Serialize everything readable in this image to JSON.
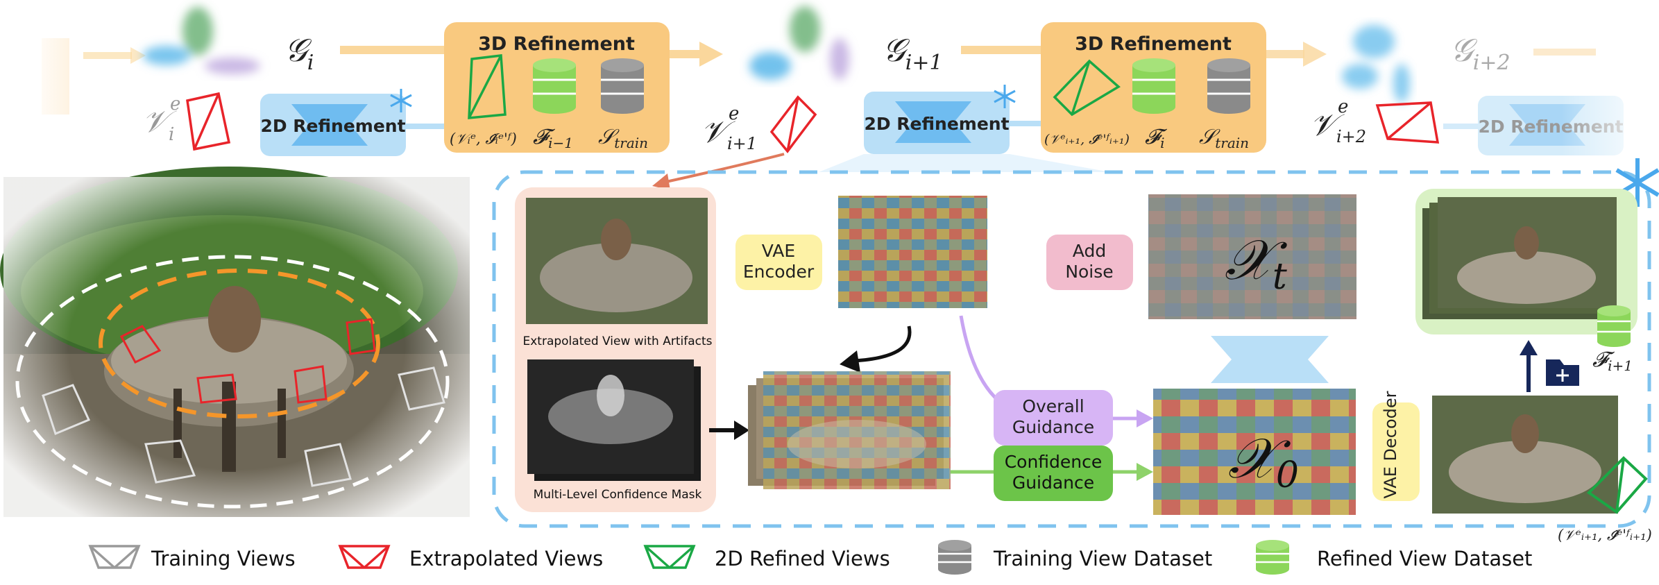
{
  "pipeline": {
    "stages": [
      {
        "gaussian": "𝒢",
        "sub": "i",
        "view": "𝒱",
        "view_sup": "e",
        "view_sub": "i",
        "refine2d": "2D Refinement"
      },
      {
        "gaussian": "𝒢",
        "sub": "i+1",
        "view": "𝒱",
        "view_sup": "e",
        "view_sub": "i+1",
        "refine2d": "2D Refinement"
      },
      {
        "gaussian": "𝒢",
        "sub": "i+2",
        "view": "𝒱",
        "view_sup": "e",
        "view_sub": "i+2",
        "refine2d": "2D Refinement"
      }
    ],
    "refine3d": [
      {
        "title": "3D Refinement",
        "pair": "(𝒱ᵢᵉ, 𝓘̂ᵢᵉ'ᶠ)",
        "fdata": "𝓕",
        "fdata_sub": "i−1",
        "strain": "𝒮",
        "strain_sub": "train"
      },
      {
        "title": "3D Refinement",
        "pair": "(𝒱ᵉᵢ₊₁, 𝓘̂ᵉ'ᶠᵢ₊₁)",
        "fdata": "𝓕",
        "fdata_sub": "i",
        "strain": "𝒮",
        "strain_sub": "train"
      }
    ]
  },
  "detail": {
    "extrapolated_caption": "Extrapolated View with Artifacts",
    "mask_caption": "Multi-Level Confidence Mask",
    "vae_encoder": [
      "VAE",
      "Encoder"
    ],
    "add_noise": [
      "Add",
      "Noise"
    ],
    "xt": "𝒳",
    "xt_sub": "t",
    "x0": "𝒳",
    "x0_sub": "0",
    "overall_guidance": [
      "Overall",
      "Guidance"
    ],
    "confidence_guidance": [
      "Confidence",
      "Guidance"
    ],
    "vae_decoder": "VAE Decoder",
    "f_next": "𝓕",
    "f_next_sub": "i+1",
    "out_pair": "(𝒱ᵉᵢ₊₁, 𝓘̂ᵉ'ᶠᵢ₊₁)"
  },
  "legend": [
    {
      "label": "Training Views",
      "color": "#9a9a9a",
      "icon": "camera-frustum-icon"
    },
    {
      "label": "Extrapolated Views",
      "color": "#e8242a",
      "icon": "camera-frustum-icon"
    },
    {
      "label": "2D Refined Views",
      "color": "#1aa845",
      "icon": "camera-frustum-icon"
    },
    {
      "label": "Training View Dataset",
      "color": "#8a8a8a",
      "icon": "database-icon"
    },
    {
      "label": "Refined View Dataset",
      "color": "#8cd65a",
      "icon": "database-icon"
    }
  ],
  "colors": {
    "refine3d_bg": "#f9c97f",
    "refine2d_bg": "#b9dff7",
    "dashed_border": "#7fc3ee",
    "vae_bg": "#fdf2a6",
    "noise_bg": "#f2bccd",
    "overall_bg": "#d7b5f5",
    "confidence_bg": "#6cc449",
    "extrap_panel_bg": "#fbe1d6",
    "output_panel_bg": "#d9f1c4",
    "red": "#e8242a",
    "green": "#1aa845",
    "gray": "#9a9a9a"
  }
}
